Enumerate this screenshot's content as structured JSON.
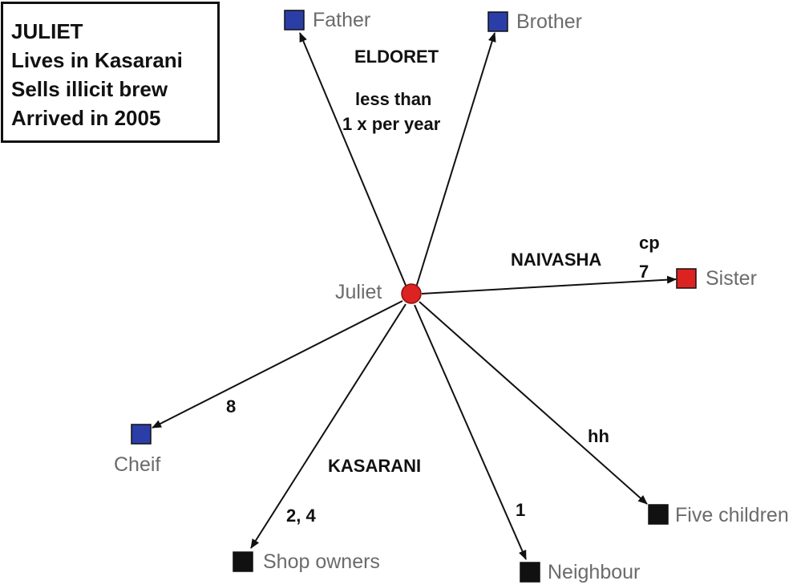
{
  "info_box": {
    "lines": [
      "JULIET",
      "Lives in Kasarani",
      "Sells illicit brew",
      "Arrived in 2005"
    ]
  },
  "colors": {
    "ego": "#dd2222",
    "family_far": "#2b3ea8",
    "sister": "#dd2222",
    "local": "#111111",
    "edge": "#111111"
  },
  "ego": {
    "label": "Juliet"
  },
  "nodes": {
    "father": {
      "label": "Father",
      "color": "#2b3ea8"
    },
    "brother": {
      "label": "Brother",
      "color": "#2b3ea8"
    },
    "sister": {
      "label": "Sister",
      "color": "#dd2222"
    },
    "cheif": {
      "label": "Cheif",
      "color": "#2b3ea8"
    },
    "shop_owners": {
      "label": "Shop owners",
      "color": "#111111"
    },
    "neighbour": {
      "label": "Neighbour",
      "color": "#111111"
    },
    "five_children": {
      "label": "Five children",
      "color": "#111111"
    }
  },
  "regions": {
    "eldoret": "ELDORET",
    "naivasha": "NAIVASHA",
    "kasarani": "KASARANI"
  },
  "edge_labels": {
    "eldoret_freq_1": "less than",
    "eldoret_freq_2": "1 x per year",
    "sister_cp": "cp",
    "sister_7": "7",
    "cheif": "8",
    "shop_owners": "2, 4",
    "neighbour": "1",
    "five_children": "hh"
  }
}
